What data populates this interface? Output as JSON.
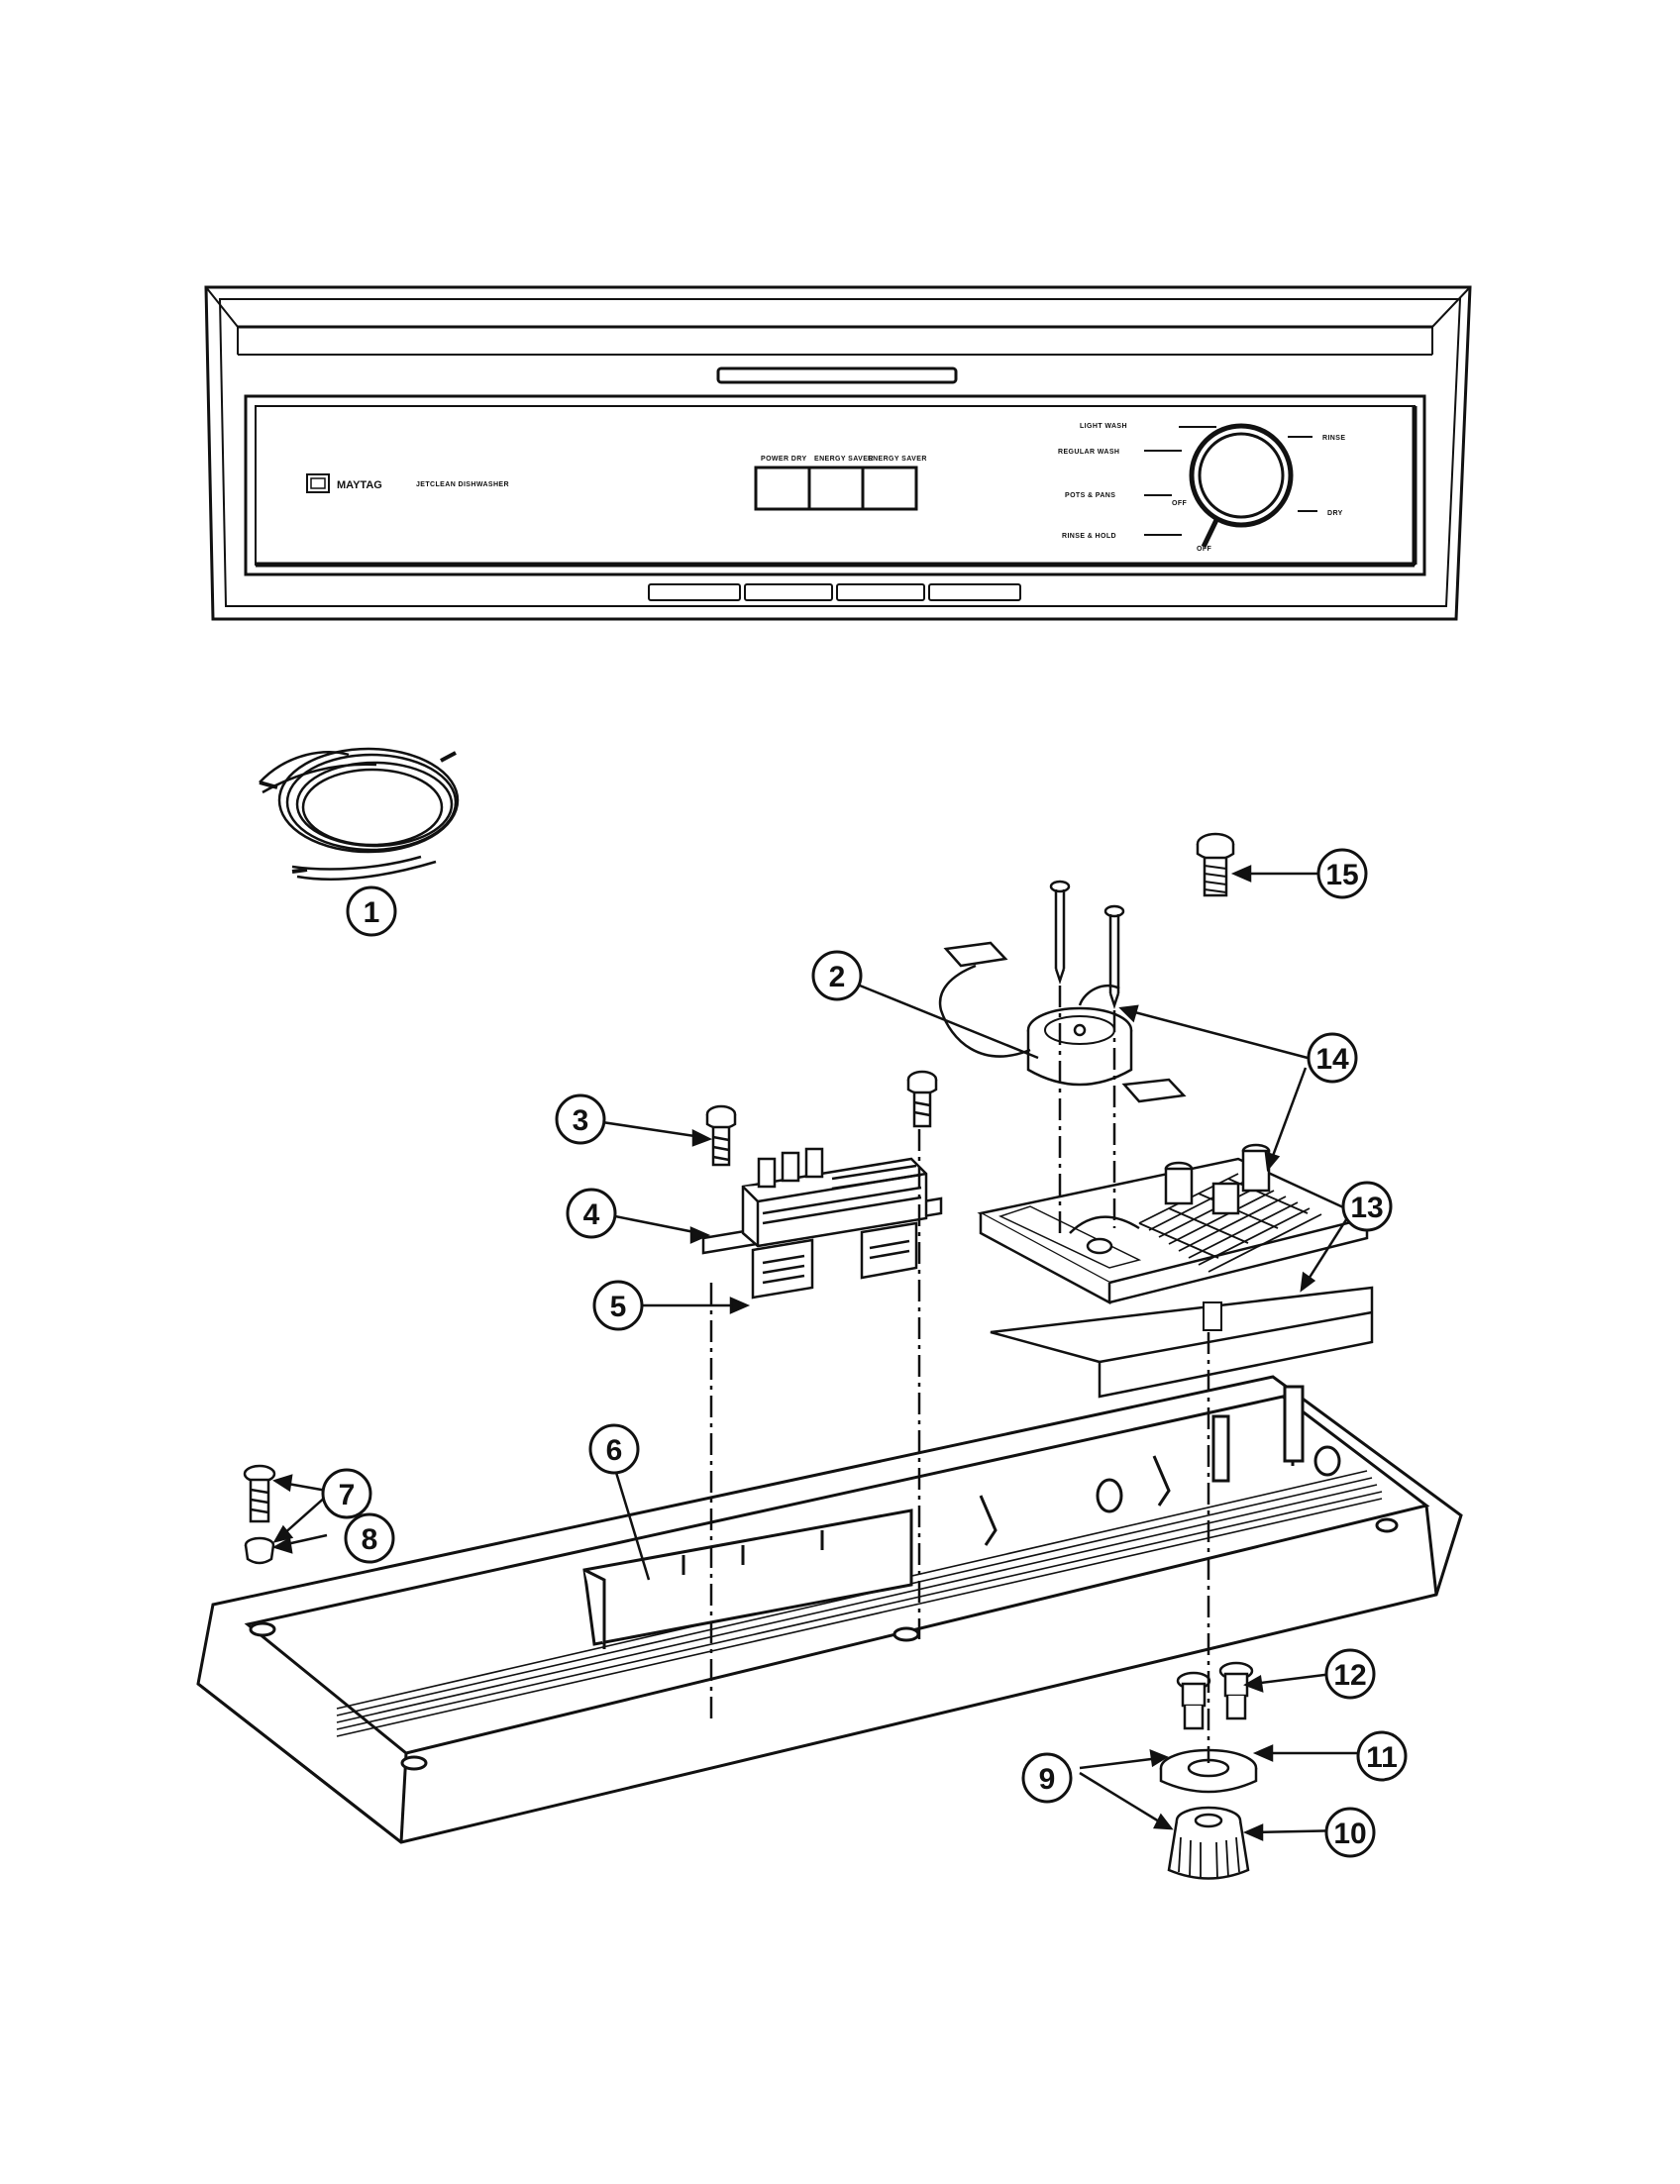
{
  "panel": {
    "brand": "MAYTAG",
    "model": "JETCLEAN DISHWASHER",
    "buttons": [
      "POWER DRY",
      "ENERGY SAVER",
      "ENERGY SAVER"
    ],
    "dial_labels": [
      "LIGHT WASH",
      "REGULAR WASH",
      "POTS & PANS",
      "RINSE & HOLD",
      "OFF",
      "OFF",
      "RINSE",
      "DRY"
    ]
  },
  "callouts": [
    {
      "num": "1",
      "part": "wire-harness"
    },
    {
      "num": "2",
      "part": "timer-motor"
    },
    {
      "num": "3",
      "part": "switch-screw"
    },
    {
      "num": "4",
      "part": "switch-bracket"
    },
    {
      "num": "5",
      "part": "push-button-switch"
    },
    {
      "num": "6",
      "part": "button-guide"
    },
    {
      "num": "7",
      "part": "console-screw"
    },
    {
      "num": "8",
      "part": "screw-cap"
    },
    {
      "num": "9",
      "part": "dial-assembly"
    },
    {
      "num": "10",
      "part": "knob"
    },
    {
      "num": "11",
      "part": "dial-skirt"
    },
    {
      "num": "12",
      "part": "timer-screw"
    },
    {
      "num": "13",
      "part": "timer-insulator"
    },
    {
      "num": "14",
      "part": "timer"
    },
    {
      "num": "15",
      "part": "screw"
    }
  ]
}
